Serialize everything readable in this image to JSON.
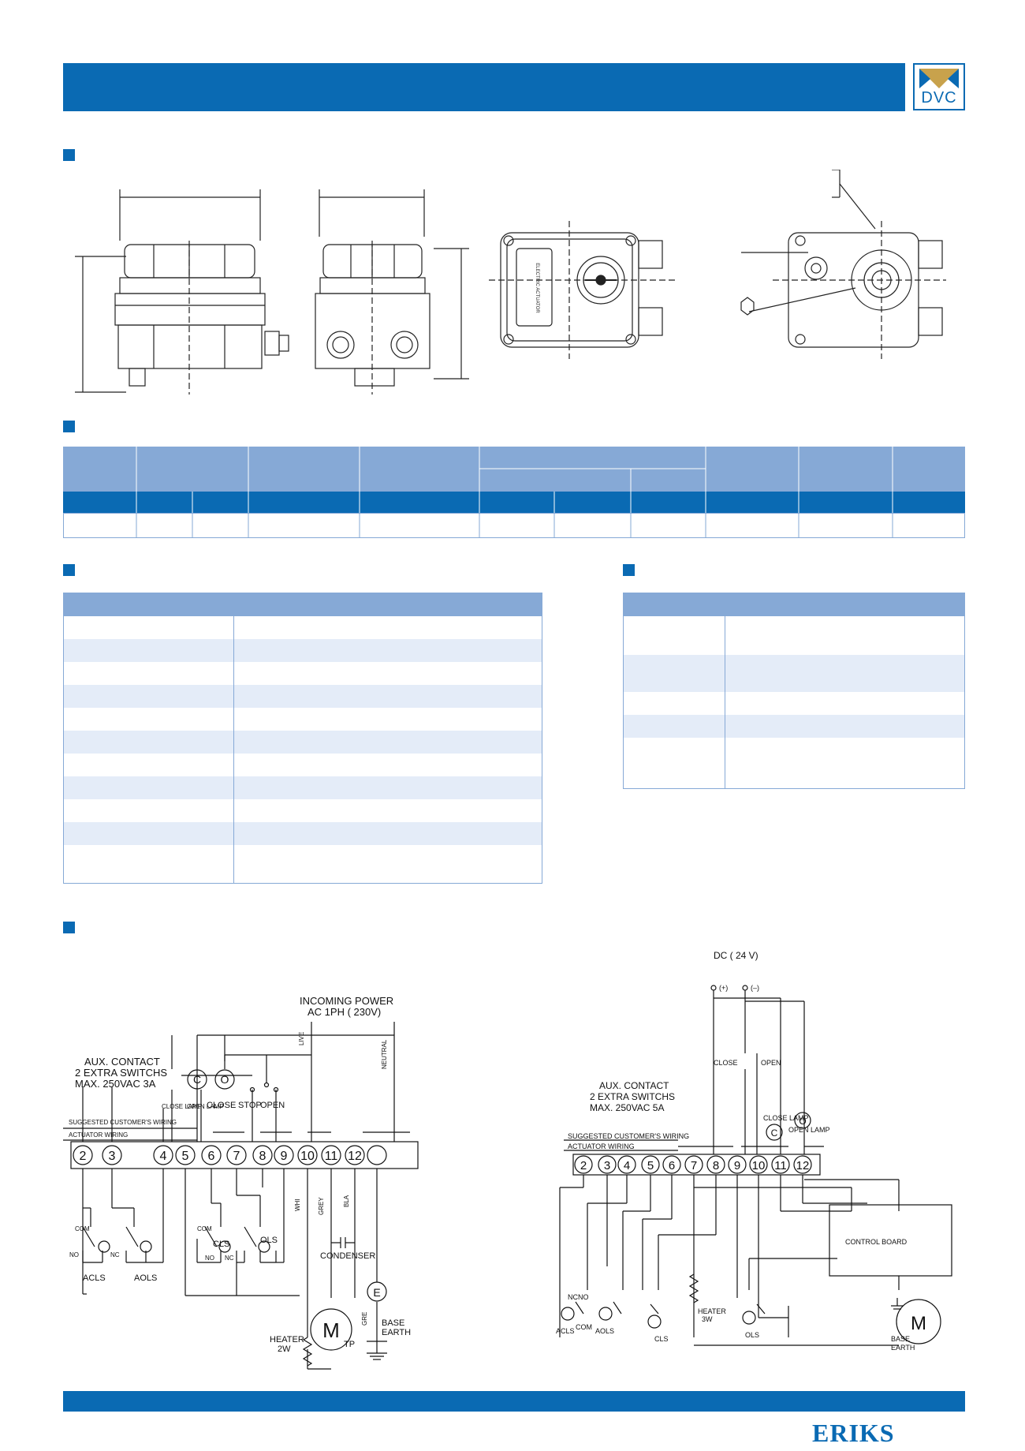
{
  "logo": {
    "text": "DVC"
  },
  "footer": {
    "brand": "ERIKS"
  },
  "wiring_ac": {
    "power_title_1": "INCOMING POWER",
    "power_title_2": "AC  1PH  ( 230V)",
    "live": "LIVE",
    "neutral": "NEUTRAL",
    "aux_1": "AUX.  CONTACT",
    "aux_2": "2  EXTRA  SWITCHS",
    "aux_3": "MAX.  250VAC  3A",
    "close_lamp": "CLOSE LAMP",
    "open_lamp": "OPEN LAMP",
    "close": "CLOSE",
    "stop": "STOP",
    "open": "OPEN",
    "customer_wiring": "SUGGESTED  CUSTOMER'S  WIRING",
    "actuator_wiring": "ACTUATOR  WIRING",
    "terminals": [
      "2",
      "3",
      "4",
      "5",
      "6",
      "7",
      "8",
      "9",
      "10",
      "11",
      "12"
    ],
    "whi": "WHI",
    "grey": "GREY",
    "bla": "BLA",
    "gre": "GRE",
    "com": "COM",
    "nc": "NC",
    "no": "NO",
    "acls": "ACLS",
    "aols": "AOLS",
    "cls": "CLS",
    "ols": "OLS",
    "condenser": "CONDENSER",
    "heater_1": "HEATER",
    "heater_2": "2W",
    "motor": "M",
    "tp": "TP",
    "earth_symbol": "E",
    "base": "BASE",
    "earth": "EARTH",
    "lamp_c": "C",
    "lamp_o": "O"
  },
  "wiring_dc": {
    "power_title": "DC  ( 24  V)",
    "plus": "(+)",
    "minus": "(–)",
    "close": "CLOSE",
    "open": "OPEN",
    "aux_1": "AUX.  CONTACT",
    "aux_2": "2  EXTRA  SWITCHS",
    "aux_3": "MAX.  250VAC  5A",
    "close_lamp": "CLOSE LAMP",
    "open_lamp": "OPEN LAMP",
    "customer_wiring": "SUGGESTED  CUSTOMER'S  WIRING",
    "actuator_wiring": "ACTUATOR  WIRING",
    "terminals": [
      "2",
      "3",
      "4",
      "5",
      "6",
      "7",
      "8",
      "9",
      "10",
      "11",
      "12"
    ],
    "control_board": "CONTROL  BOARD",
    "heater_1": "HEATER",
    "heater_2": "3W",
    "acls": "ACLS",
    "aols": "AOLS",
    "cls": "CLS",
    "ols": "OLS",
    "com": "COM",
    "nc": "NC",
    "no": "NO",
    "motor": "M",
    "base": "BASE",
    "earth": "EARTH",
    "lamp_c": "C",
    "lamp_o": "O"
  },
  "drawing": {
    "label_actuator_1": "ELECTRIC  ACTUATOR"
  }
}
